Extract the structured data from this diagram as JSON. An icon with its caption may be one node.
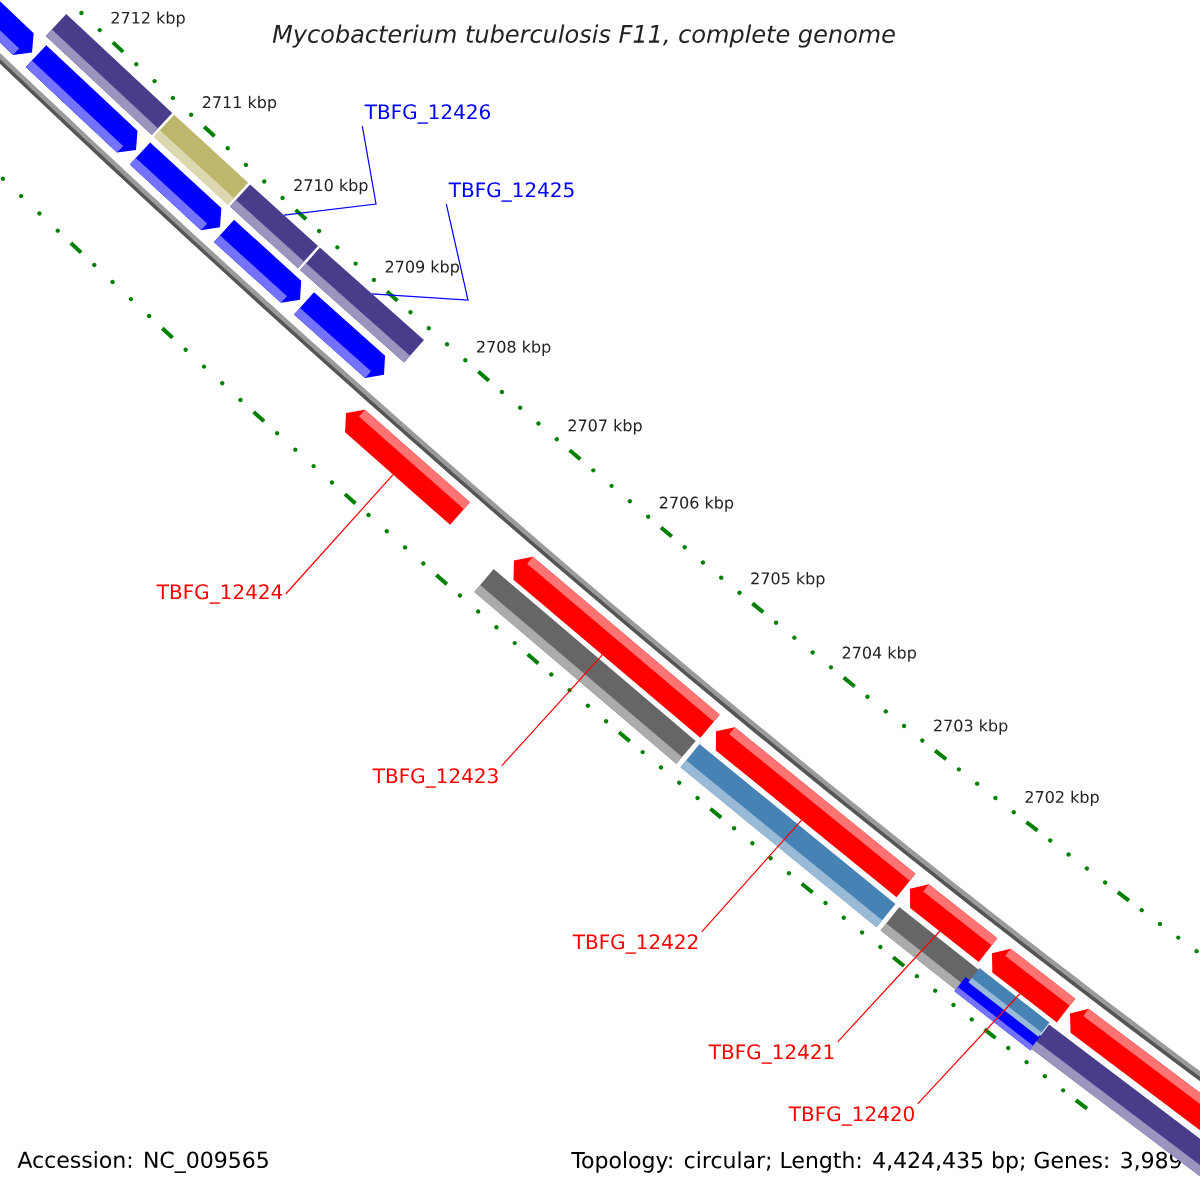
{
  "diagram": {
    "title": "Mycobacterium tuberculosis F11, complete genome",
    "nodes": [
      {
        "text": [
          "TBFG_12426"
        ]
      },
      {
        "text": [
          "TBFG_12425"
        ]
      },
      {
        "text": [
          "TBFG_12424"
        ]
      },
      {
        "text": [
          "TBFG_12423"
        ]
      },
      {
        "text": [
          "TBFG_12422"
        ]
      },
      {
        "text": [
          "TBFG_12421"
        ]
      },
      {
        "text": [
          "TBFG_12420"
        ]
      },
      {
        "text": [],
        "shape": "bar"
      },
      {
        "text": [],
        "shape": "bar"
      },
      {
        "text": [],
        "shape": "bar"
      },
      {
        "text": [],
        "shape": "bar"
      },
      {
        "text": [],
        "shape": "bar"
      },
      {
        "text": [],
        "shape": "bar"
      },
      {
        "text": [],
        "shape": "bar"
      },
      {
        "text": [],
        "shape": "bar"
      },
      {
        "text": [],
        "shape": "bar"
      },
      {
        "text": [],
        "shape": "bar"
      },
      {
        "text": [],
        "shape": "bar"
      },
      {
        "text": [],
        "shape": "bar"
      },
      {
        "text": [],
        "shape": "bar"
      },
      {
        "text": [],
        "shape": "bar"
      },
      {
        "text": [],
        "shape": "bar"
      },
      {
        "text": [],
        "shape": "bar"
      },
      {
        "text": [],
        "shape": "bar"
      },
      {
        "text": [],
        "shape": "bar"
      },
      {
        "text": [],
        "shape": "bar"
      },
      {
        "text": [],
        "shape": "bar"
      },
      {
        "text": [],
        "shape": "bar"
      }
    ],
    "edges": [
      {
        "from": 0,
        "to": 13,
        "arrow": "none",
        "color": "#0000ff"
      },
      {
        "from": 1,
        "to": 15,
        "arrow": "none",
        "color": "#0000ff"
      },
      {
        "from": 2,
        "to": 16,
        "arrow": "none"
      },
      {
        "from": 3,
        "to": 18,
        "arrow": "none"
      },
      {
        "from": 4,
        "to": 20,
        "arrow": "none"
      },
      {
        "from": 5,
        "to": 22,
        "arrow": "none"
      },
      {
        "from": 6,
        "to": 25,
        "arrow": "none"
      }
    ],
    "labels": [
      "2712 kbp",
      "2711 kbp",
      "2710 kbp",
      "2709 kbp",
      "2708 kbp",
      "2707 kbp",
      "2706 kbp",
      "2705 kbp",
      "2704 kbp",
      "2703 kbp",
      "2702 kbp",
      "Accession: NC_009565",
      "Topology: circular; Length: 4,424,435 bp; Genes: 3,989"
    ]
  }
}
